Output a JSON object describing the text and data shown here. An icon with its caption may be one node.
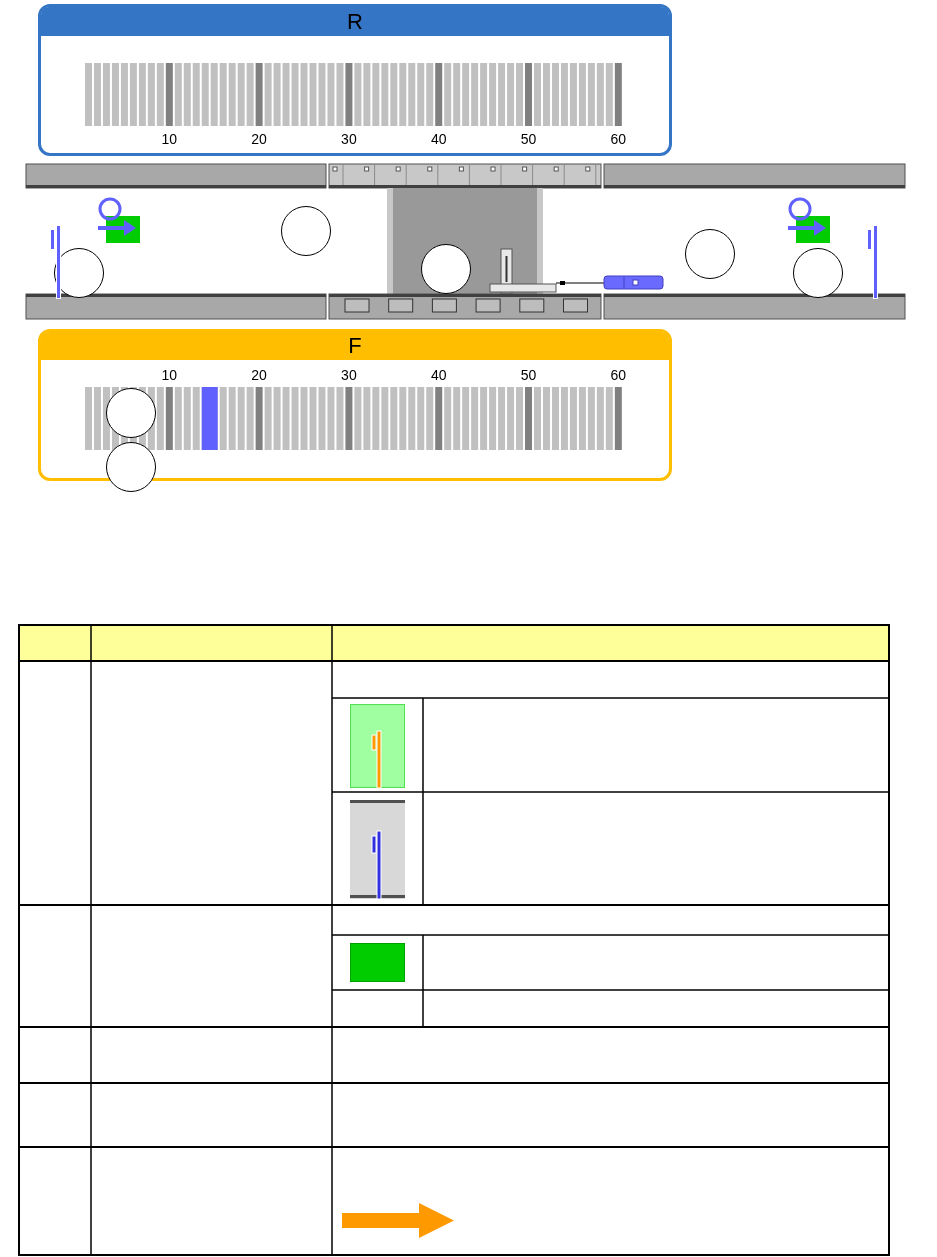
{
  "diagram": {
    "nodes": [
      {
        "text": [
          "R",
          "10",
          "20",
          "30",
          "40",
          "50",
          "60"
        ]
      },
      {
        "text": [],
        "shape": "circle"
      },
      {
        "text": [],
        "shape": "circle"
      },
      {
        "text": [],
        "shape": "circle"
      },
      {
        "text": [],
        "shape": "circle"
      },
      {
        "text": [],
        "shape": "circle"
      },
      {
        "text": [
          "F",
          "10",
          "20",
          "30",
          "40",
          "50",
          "60"
        ]
      },
      {
        "text": [],
        "shape": "circle",
        "in": 6
      },
      {
        "text": [],
        "shape": "circle"
      }
    ]
  }
}
